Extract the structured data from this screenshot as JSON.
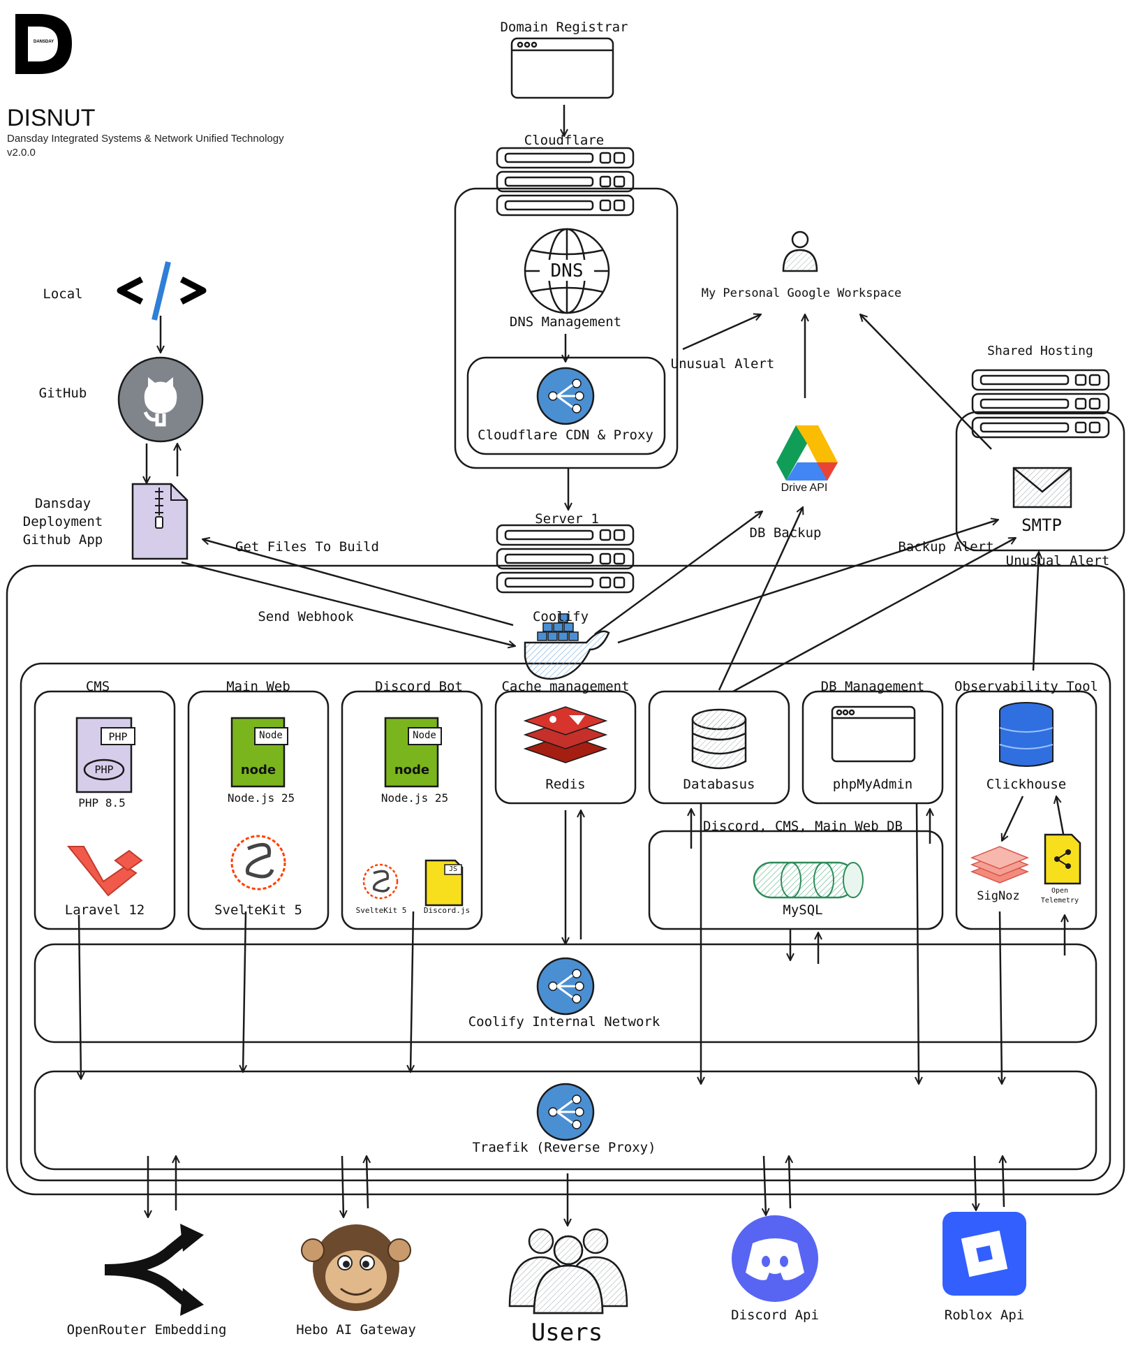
{
  "brand": {
    "logo_letters": "D",
    "logo_caption": "DANSDAY",
    "title": "DISNUT",
    "subtitle": "Dansday Integrated Systems & Network Unified Technology",
    "version": "v2.0.0"
  },
  "nodes": {
    "domain_registrar": "Domain Registrar",
    "cloudflare": "Cloudflare",
    "dns_icon_text": "DNS",
    "dns_management": "DNS Management",
    "cloudflare_cdn": "Cloudflare CDN & Proxy",
    "server1": "Server 1",
    "local": "Local",
    "github": "GitHub",
    "deploy_app": [
      "Dansday",
      "Deployment",
      "Github App"
    ],
    "google_workspace": "My Personal Google Workspace",
    "drive_api": "Drive API",
    "shared_hosting": "Shared Hosting",
    "smtp": "SMTP",
    "coolify": "Coolify",
    "coolify_network": "Coolify Internal Network",
    "traefik": "Traefik (Reverse Proxy)",
    "openrouter": "OpenRouter Embedding",
    "hebo": "Hebo AI Gateway",
    "users": "Users",
    "discord_api": "Discord Api",
    "roblox_api": "Roblox Api"
  },
  "services": {
    "cms": {
      "title": "CMS",
      "php_tag": "PHP",
      "php_oval": "PHP",
      "php_label": "PHP 8.5",
      "laravel_label": "Laravel 12"
    },
    "main_web": {
      "title": "Main Web",
      "node_tag": "Node",
      "node_label": "Node.js 25",
      "svelte_label": "SvelteKit 5"
    },
    "discord_bot": {
      "title": "Discord Bot",
      "node_tag": "Node",
      "node_label": "Node.js 25",
      "svelte_label": "SvelteKit 5",
      "js_tag": "JS",
      "discordjs_label": "Discord.js"
    },
    "cache": {
      "title": "Cache management",
      "redis_label": "Redis"
    },
    "database": {
      "title": "",
      "databasus_label": "Databasus"
    },
    "db_mgmt": {
      "title": "DB Management",
      "pma_label": "phpMyAdmin"
    },
    "observability": {
      "title": "Observability Tool",
      "clickhouse_label": "Clickhouse",
      "signoz_label": "SigNoz",
      "otel_label": [
        "Open",
        "Telemetry"
      ]
    },
    "mysql": {
      "title": "Discord, CMS, Main Web DB",
      "label": "MySQL"
    }
  },
  "edges": {
    "unusual_alert_1": "Unusual Alert",
    "get_files": "Get Files To Build",
    "send_webhook": "Send Webhook",
    "db_backup": "DB Backup",
    "backup_alert": "Backup Alert",
    "unusual_alert_2": "Unusual Alert"
  },
  "colors": {
    "php_purple": "#d6cdeb",
    "node_green": "#7ab51d",
    "redis_red": "#d6342c",
    "laravel_red": "#f15a4a",
    "svelte_orange": "#ff3e00",
    "js_yellow": "#f7df1e",
    "network_blue": "#4b8fd3",
    "clickhouse_blue": "#2f6fe0",
    "discord_blurple": "#5865f2",
    "roblox_blue": "#335fff",
    "mysql_green": "#7fc9a4"
  }
}
